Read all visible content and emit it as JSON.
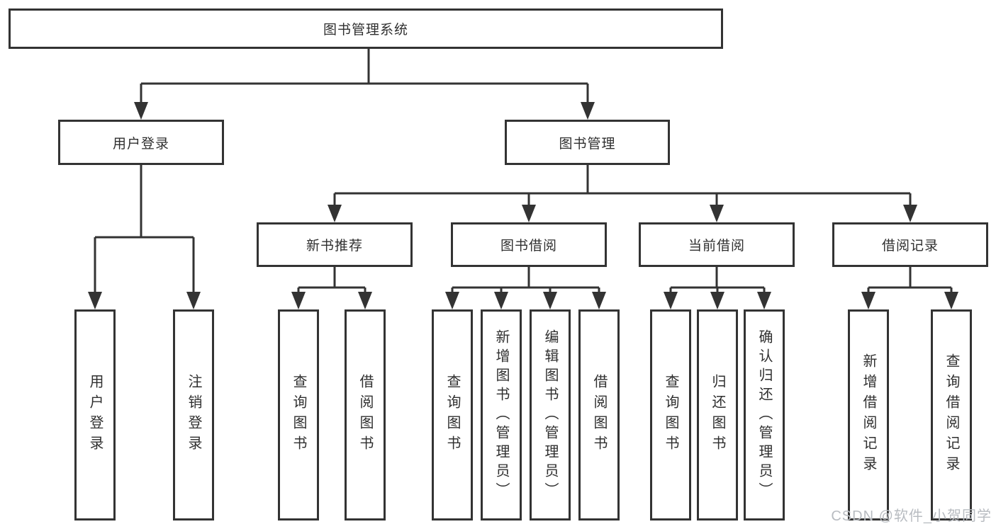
{
  "tree": {
    "label": "图书管理系统",
    "children": [
      {
        "label": "用户登录",
        "children": [
          {
            "label": "用户登录"
          },
          {
            "label": "注销登录"
          }
        ]
      },
      {
        "label": "图书管理",
        "children": [
          {
            "label": "新书推荐",
            "children": [
              {
                "label": "查询图书"
              },
              {
                "label": "借阅图书"
              }
            ]
          },
          {
            "label": "图书借阅",
            "children": [
              {
                "label": "查询图书"
              },
              {
                "label": "新增图书（管理员）"
              },
              {
                "label": "编辑图书（管理员）"
              },
              {
                "label": "借阅图书"
              }
            ]
          },
          {
            "label": "当前借阅",
            "children": [
              {
                "label": "查询图书"
              },
              {
                "label": "归还图书"
              },
              {
                "label": "确认归还（管理员）"
              }
            ]
          },
          {
            "label": "借阅记录",
            "children": [
              {
                "label": "新增借阅记录"
              },
              {
                "label": "查询借阅记录"
              }
            ]
          }
        ]
      }
    ]
  },
  "watermark": "CSDN @软件_小贺同学",
  "colors": {
    "line": "#333333",
    "text": "#2f2f2f",
    "box-fill": "#ffffff",
    "watermark": "#b8bcc1"
  }
}
